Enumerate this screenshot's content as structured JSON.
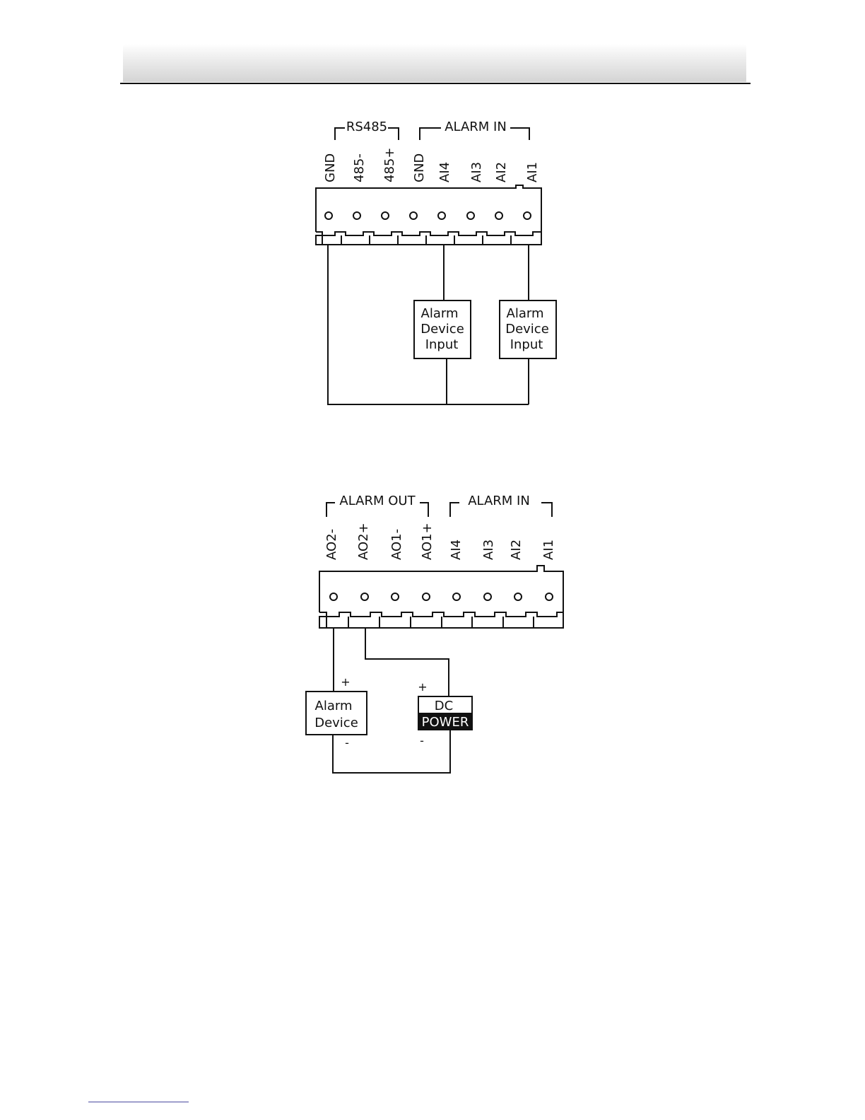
{
  "diagram1": {
    "groups": [
      "RS485",
      "ALARM IN"
    ],
    "pins": [
      "GND",
      "485-",
      "485+",
      "GND",
      "AI4",
      "AI3",
      "AI2",
      "AI1"
    ],
    "device_label_lines": [
      "Alarm",
      "Device",
      "Input"
    ]
  },
  "diagram2": {
    "groups": [
      "ALARM OUT",
      "ALARM IN"
    ],
    "pins": [
      "AO2-",
      "AO2+",
      "AO1-",
      "AO1+",
      "AI4",
      "AI3",
      "AI2",
      "AI1"
    ],
    "alarm_device_lines": [
      "Alarm",
      "Device"
    ],
    "power_lines": [
      "DC",
      "POWER"
    ],
    "plus": "+",
    "minus": "-"
  }
}
